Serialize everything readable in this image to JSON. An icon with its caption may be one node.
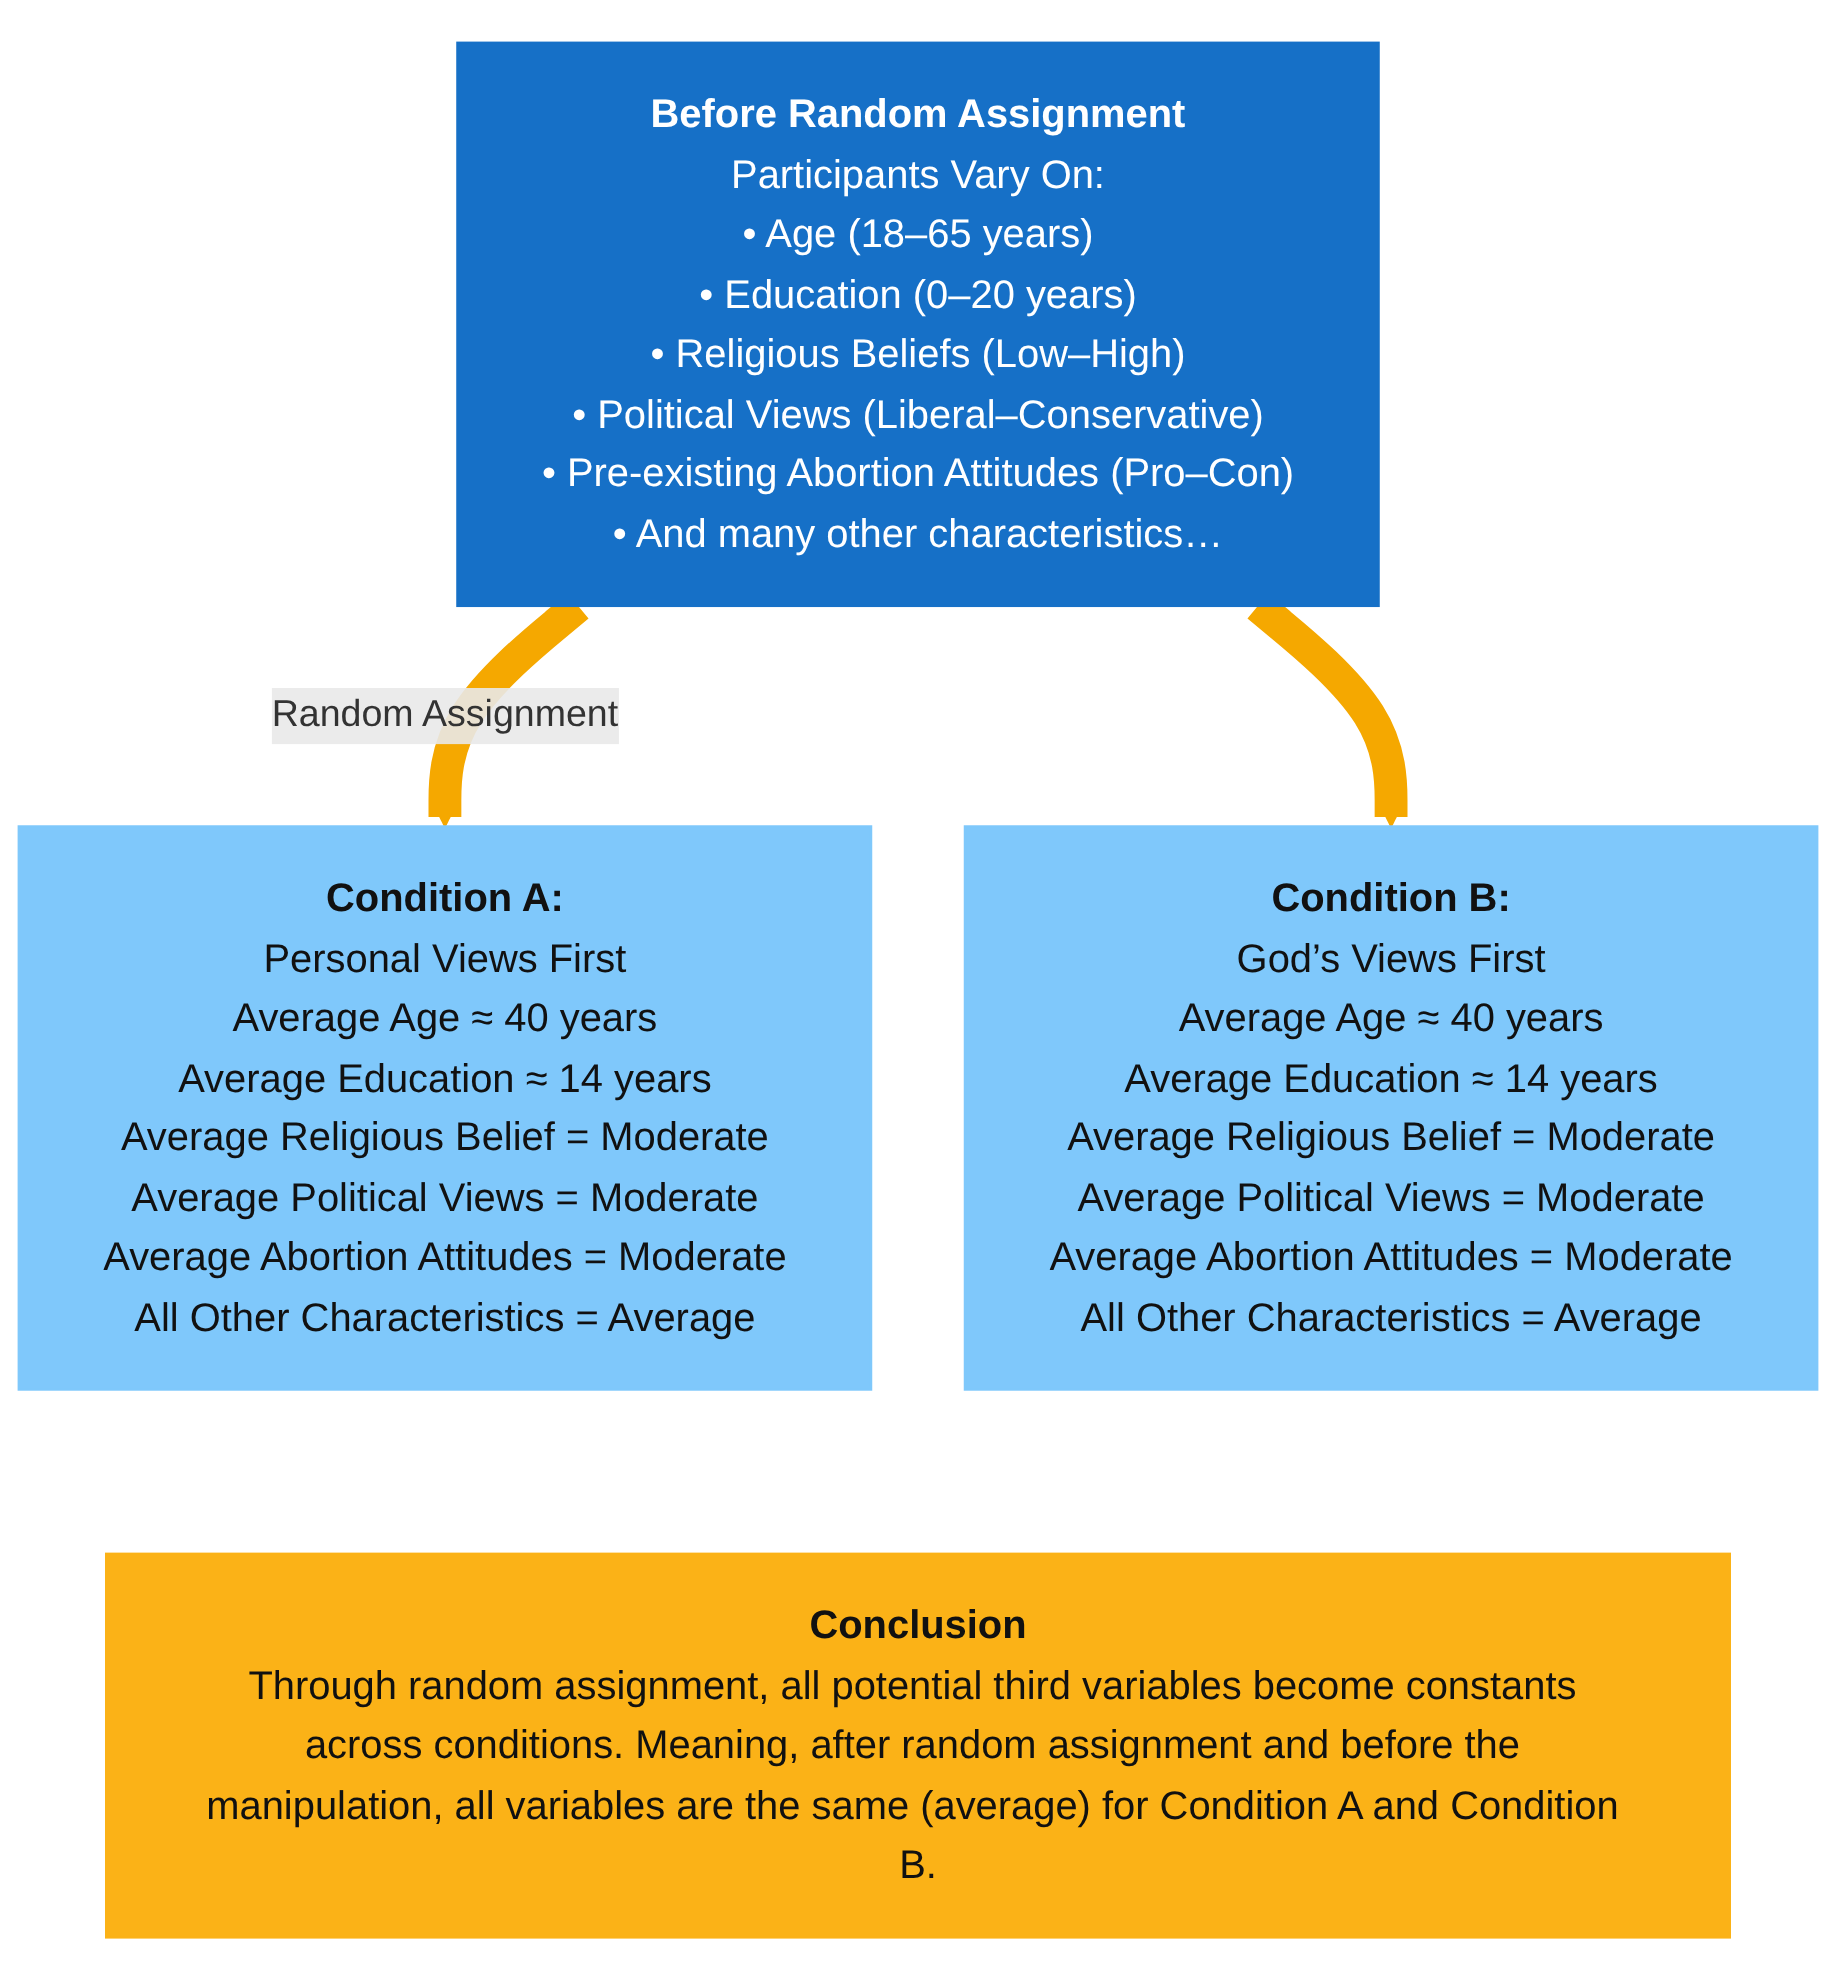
{
  "diagram": {
    "nodes": [
      {
        "text": [
          "Before Random Assignment",
          "Participants Vary On:",
          "• Age (18–65 years)",
          "• Education (0–20 years)",
          "• Religious Beliefs (Low–High)",
          "• Political Views (Liberal–Conservative)",
          "• Pre-existing Abortion Attitudes (Pro–Con)",
          "• And many other characteristics…"
        ]
      },
      {
        "text": [
          "Condition A:",
          "Personal Views First",
          "Average Age ≈ 40 years",
          "Average Education ≈ 14 years",
          "Average Religious Belief = Moderate",
          "Average Political Views = Moderate",
          "Average Abortion Attitudes = Moderate",
          "All Other Characteristics = Average"
        ]
      },
      {
        "text": [
          "Condition B:",
          "God’s Views First",
          "Average Age ≈ 40 years",
          "Average Education ≈ 14 years",
          "Average Religious Belief = Moderate",
          "Average Political Views = Moderate",
          "Average Abortion Attitudes = Moderate",
          "All Other Characteristics = Average"
        ]
      },
      {
        "text": [
          "Conclusion",
          "Through random assignment, all potential third variables become constants across conditions. Meaning, after random assignment and before the manipulation, all variables are the same (average) for Condition A and Condition B."
        ]
      }
    ],
    "edges": [
      {
        "from": 0,
        "to": 1,
        "arrow": "to",
        "label": "Random Assignment"
      },
      {
        "from": 0,
        "to": 2,
        "arrow": "to"
      }
    ]
  }
}
